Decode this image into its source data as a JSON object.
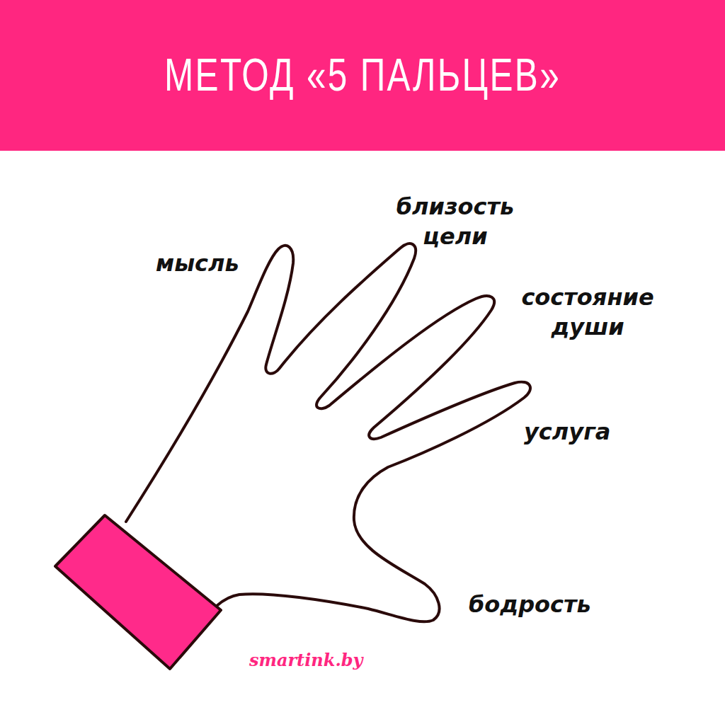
{
  "diagram": {
    "title": "МЕТОД «5 ПАЛЬЦЕВ»",
    "labels": [
      "мысль",
      "близость цели",
      "состояние души",
      "услуга",
      "бодрость",
      "smartink.by"
    ]
  }
}
